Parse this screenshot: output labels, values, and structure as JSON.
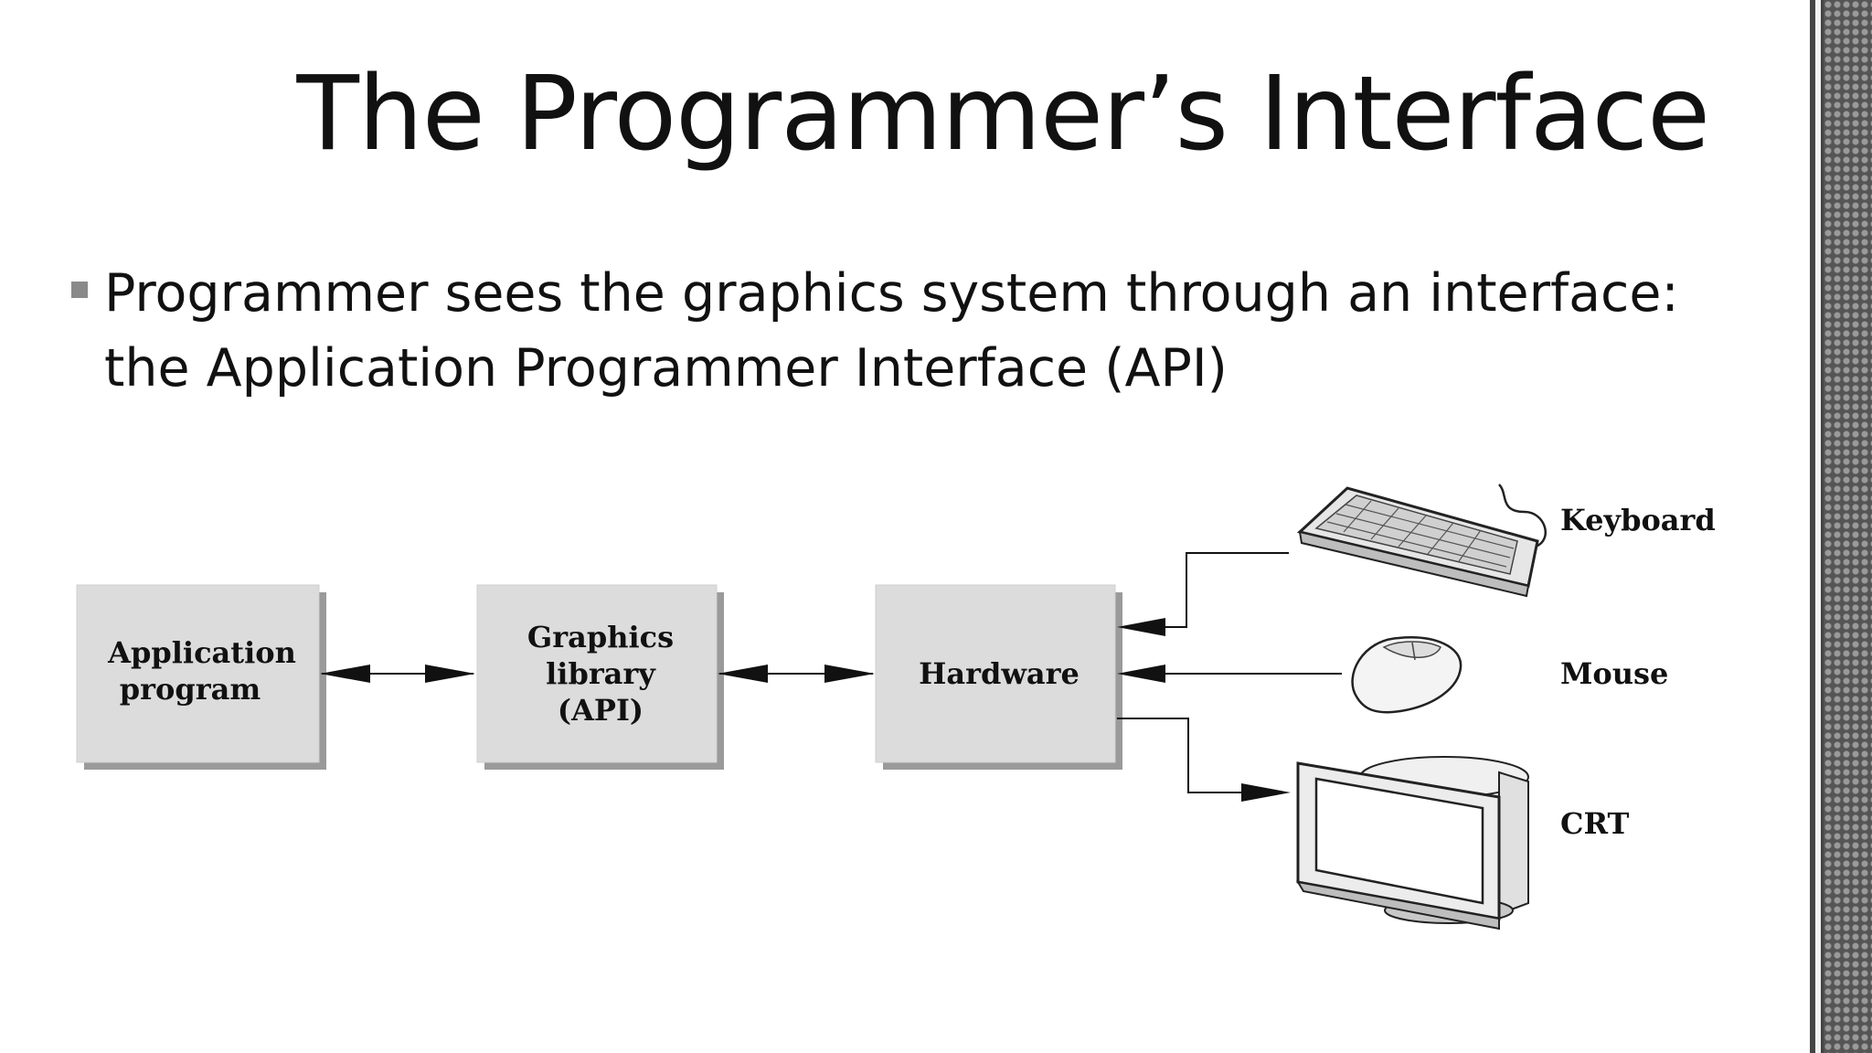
{
  "slide": {
    "title": "The Programmer’s Interface",
    "bullet": "Programmer sees the graphics system through an interface: the Application Programmer Interface (API)"
  },
  "diagram": {
    "boxes": [
      {
        "id": "app",
        "lines": [
          "Application",
          "program"
        ]
      },
      {
        "id": "lib",
        "lines": [
          "Graphics",
          "library",
          "(API)"
        ]
      },
      {
        "id": "hw",
        "lines": [
          "Hardware"
        ]
      }
    ],
    "devices": {
      "keyboard": "Keyboard",
      "mouse": "Mouse",
      "crt": "CRT"
    }
  },
  "colors": {
    "box_fill": "#dcdcdc",
    "box_shadow": "#9a9a9a",
    "line": "#111111"
  }
}
